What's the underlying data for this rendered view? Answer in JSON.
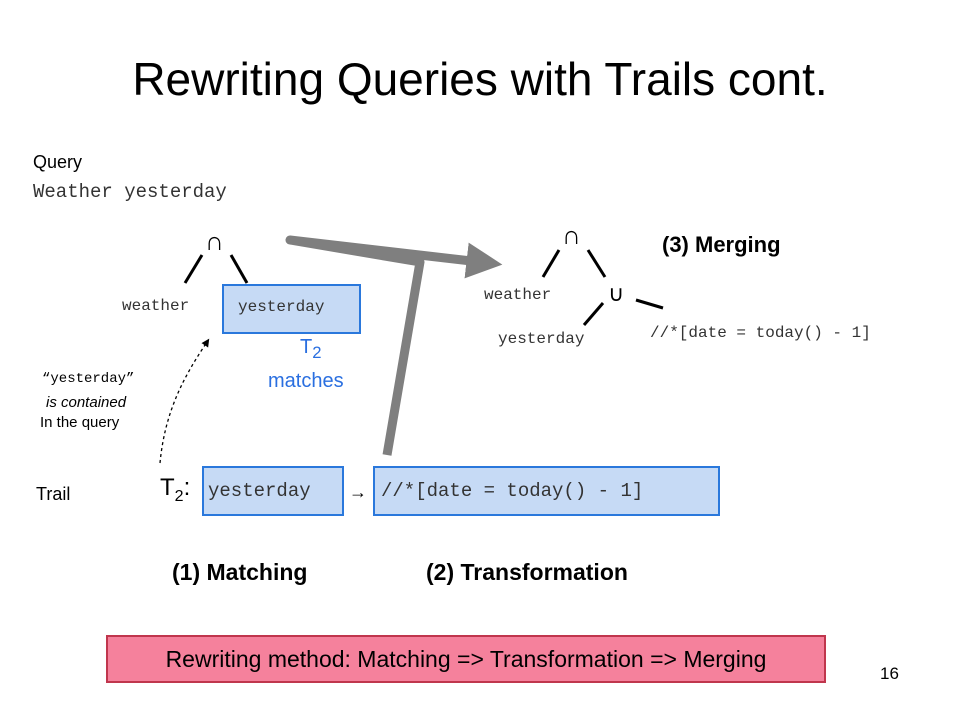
{
  "title": "Rewriting Queries with Trails cont.",
  "query": {
    "label": "Query",
    "text": "Weather yesterday"
  },
  "left_tree": {
    "op": "∩",
    "left_leaf": "weather",
    "right_leaf": "yesterday"
  },
  "match_note": {
    "symbol": "T",
    "subscript": "2",
    "text": "matches"
  },
  "contained_note": {
    "quoted_word": "“yesterday”",
    "line2": "is contained",
    "line3": "In the query"
  },
  "right_tree": {
    "op": "∩",
    "left_leaf": "weather",
    "union_op": "∪",
    "union_left": "yesterday",
    "union_right": "//*[date = today() - 1]"
  },
  "merging_label": "(3) Merging",
  "trail": {
    "label": "Trail",
    "name_symbol": "T",
    "name_subscript": "2",
    "name_colon": ":",
    "lhs": "yesterday",
    "arrow": "→",
    "rhs": "//*[date = today() - 1]"
  },
  "matching_label": "(1) Matching",
  "transformation_label": "(2) Transformation",
  "method_text": "Rewriting method: Matching => Transformation => Merging",
  "page_number": "16",
  "colors": {
    "box_fill": "#c6daf5",
    "box_border": "#2a78dc",
    "method_fill": "#f5819c",
    "arrow_gray": "#7f7f7f",
    "note_blue": "#2a6fe0"
  }
}
